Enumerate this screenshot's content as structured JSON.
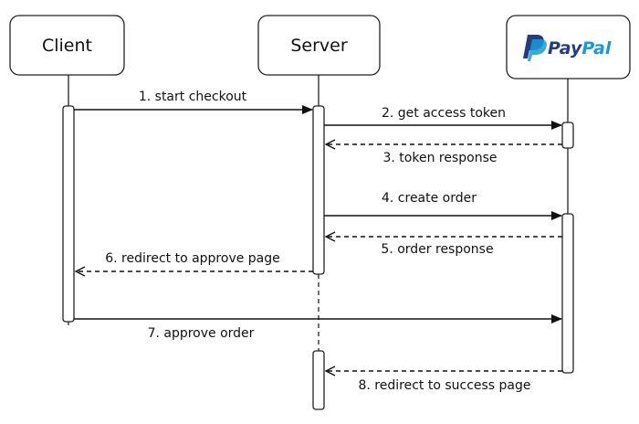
{
  "participants": {
    "client": "Client",
    "server": "Server",
    "paypal_brand_pay": "Pay",
    "paypal_brand_pal": "Pal"
  },
  "messages": [
    {
      "label": "1. start checkout"
    },
    {
      "label": "2. get access token"
    },
    {
      "label": "3. token response"
    },
    {
      "label": "4. create order"
    },
    {
      "label": "5. order response"
    },
    {
      "label": "6. redirect to approve page"
    },
    {
      "label": "7. approve order"
    },
    {
      "label": "8. redirect to success page"
    }
  ],
  "colors": {
    "paypal_dark_blue": "#253b80",
    "paypal_light_blue": "#179bd7"
  }
}
